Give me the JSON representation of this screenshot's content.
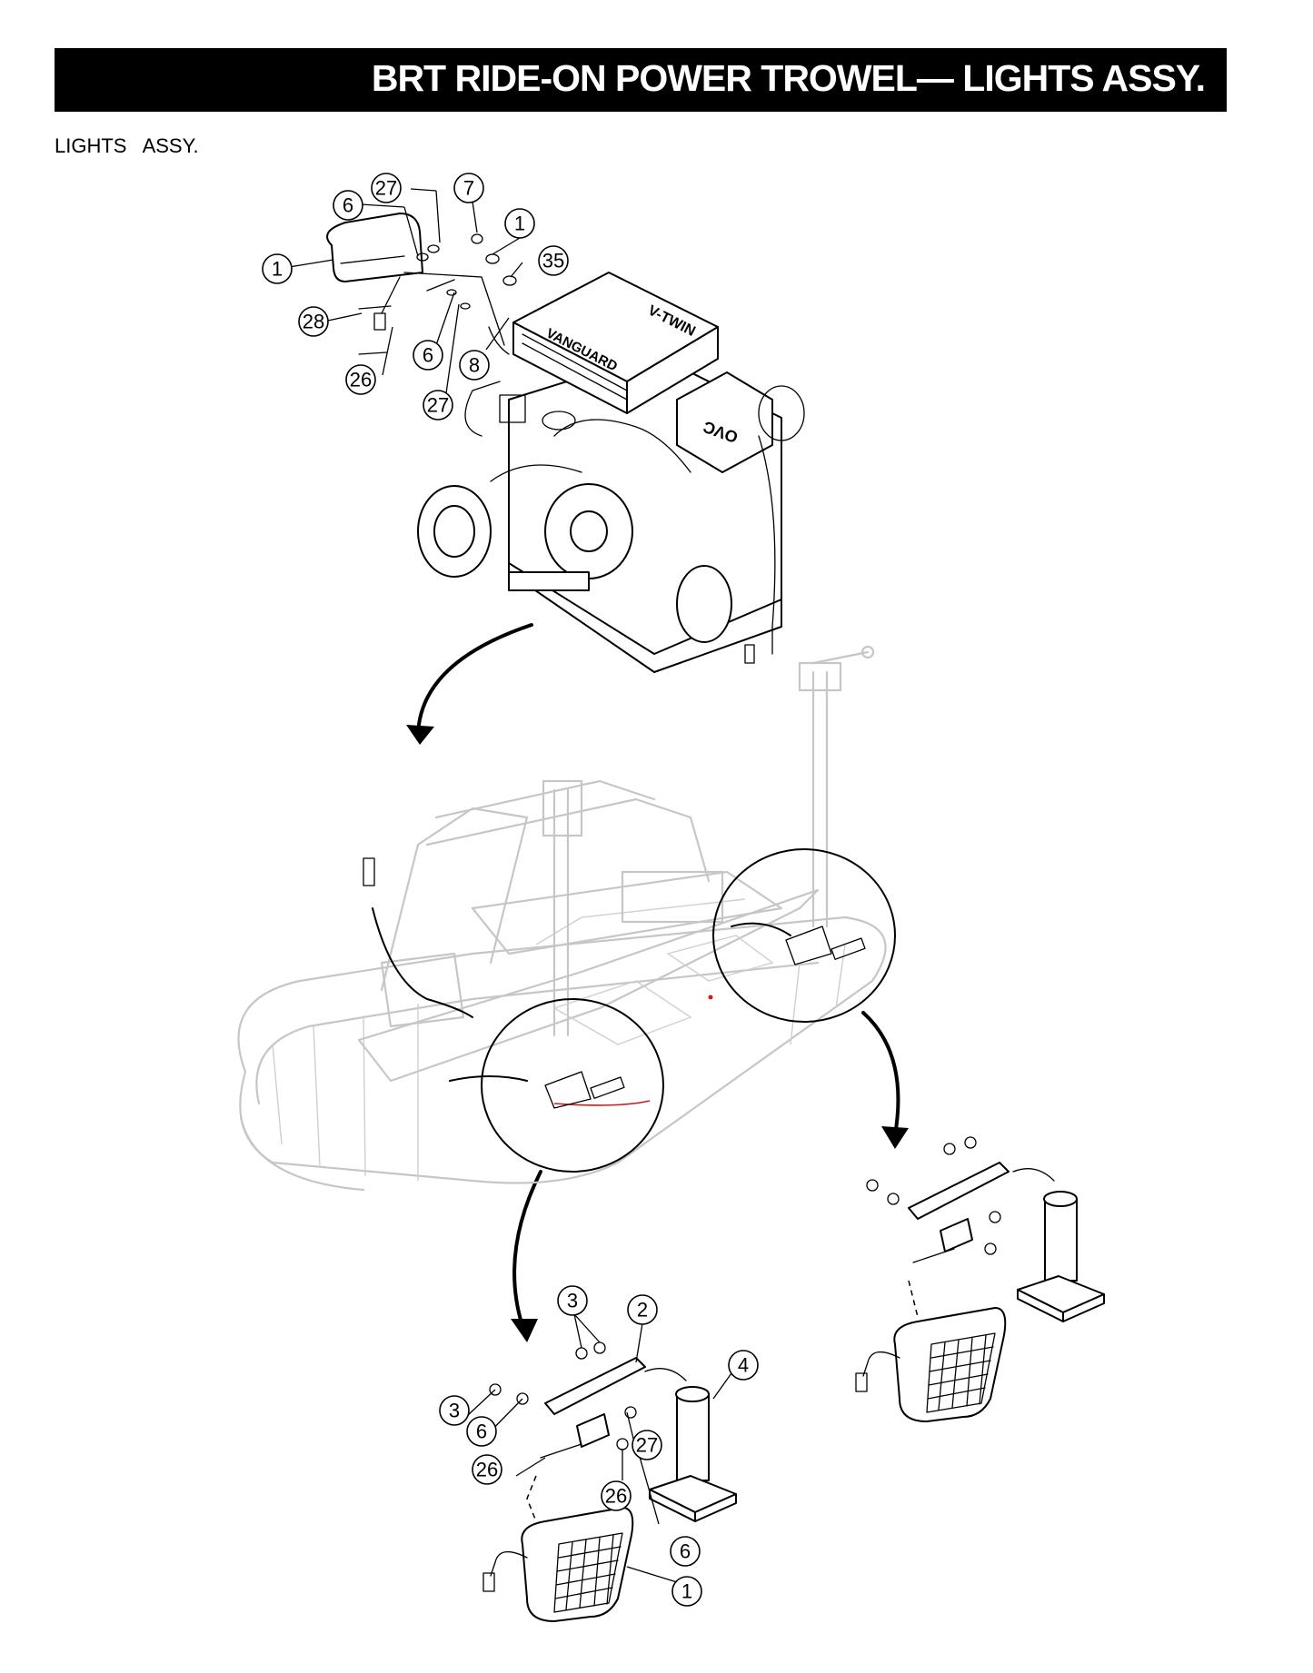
{
  "header": {
    "title": "BRT RIDE-ON POWER TROWEL— LIGHTS ASSY.",
    "subtitle": "LIGHTS   ASSY."
  },
  "engine": {
    "label_top": "V-TWIN",
    "label_side": "VANGUARD",
    "badge": "OVC"
  },
  "callouts": {
    "engine": [
      "27",
      "6",
      "7",
      "1",
      "1",
      "35",
      "28",
      "6",
      "8",
      "26",
      "27"
    ],
    "bracket_left": [
      "3",
      "2",
      "4",
      "3",
      "6",
      "27",
      "26",
      "26",
      "6",
      "1"
    ]
  },
  "colors": {
    "title_bar": "#000000",
    "title_text": "#ffffff",
    "frame_ghost": "#c6c6c6",
    "wire_red": "#d11a1a"
  }
}
